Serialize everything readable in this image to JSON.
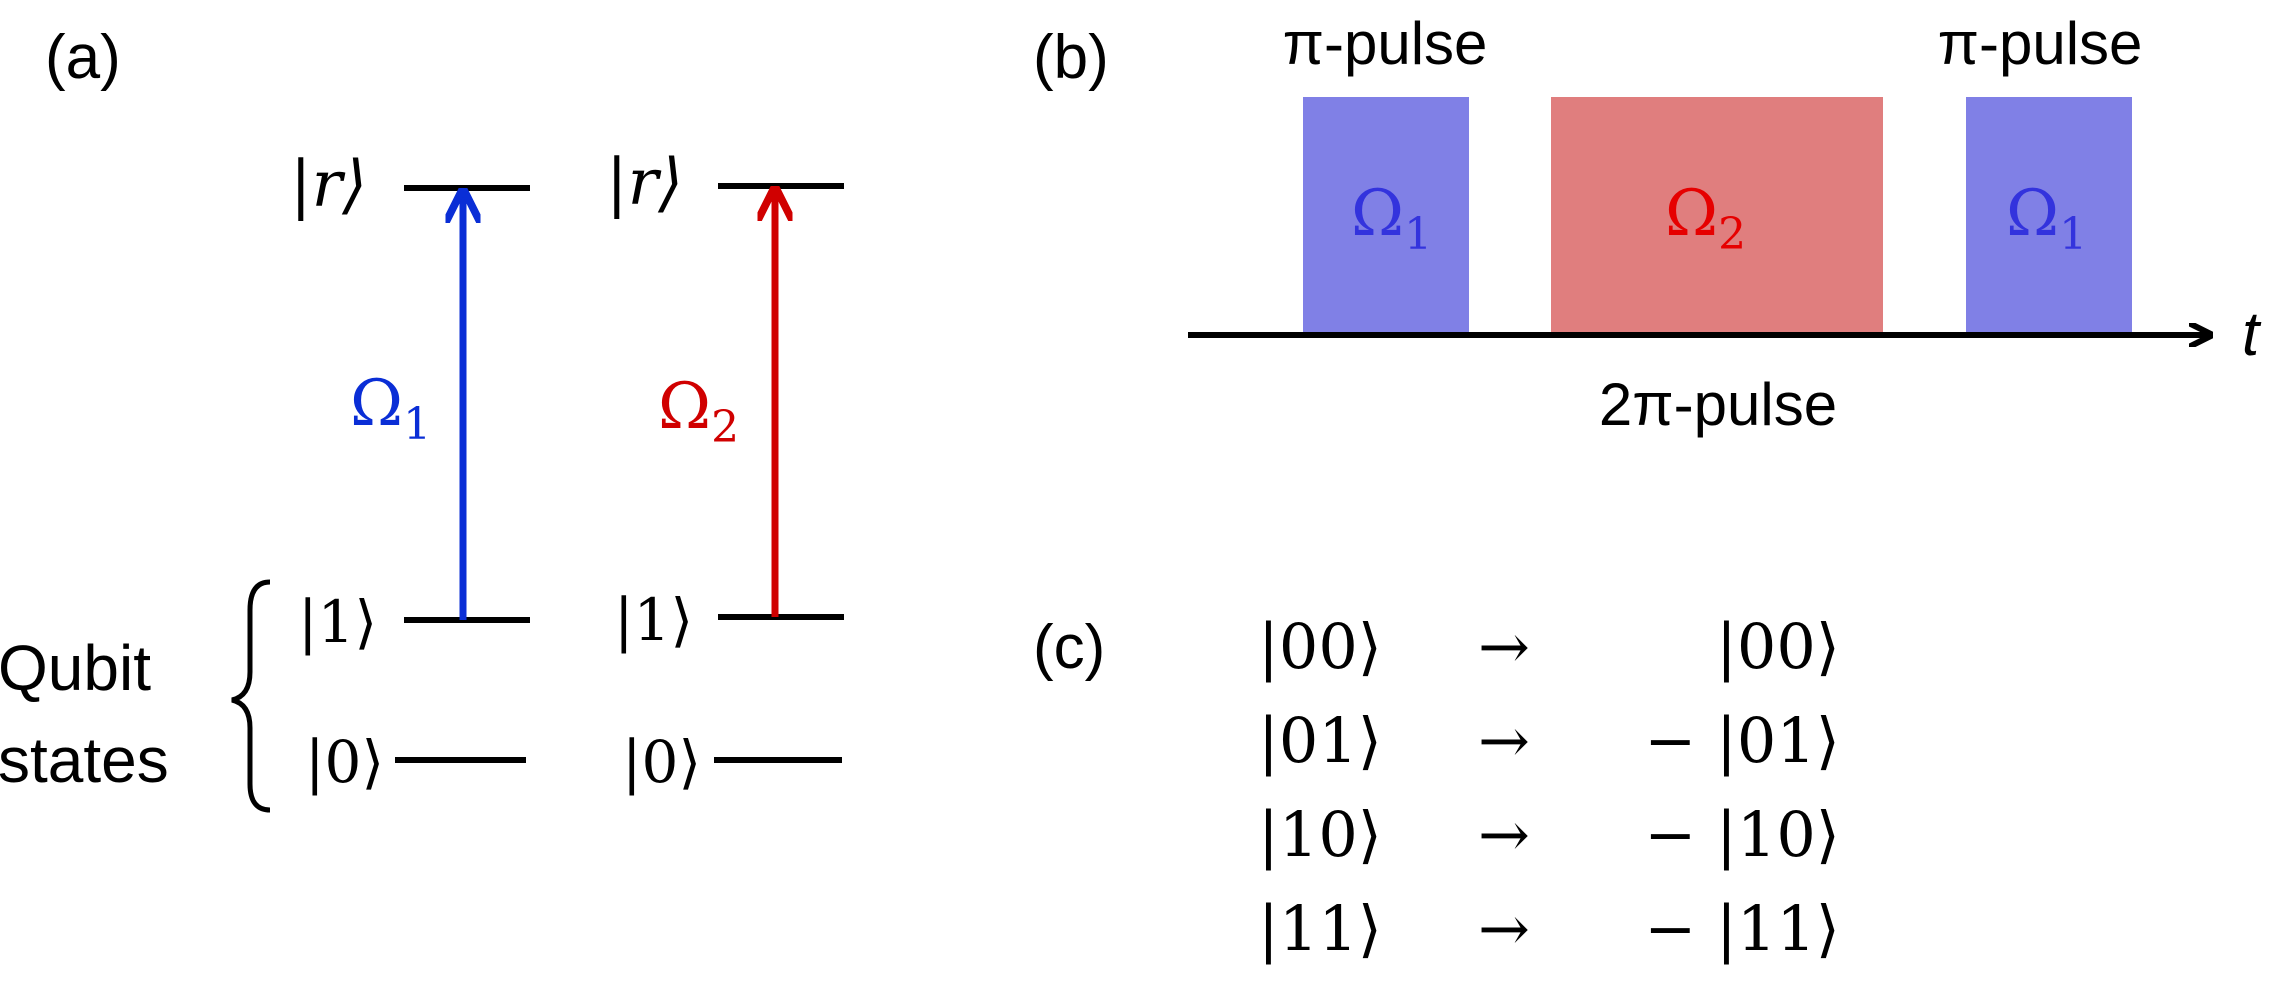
{
  "panel_a": {
    "label": "(a)",
    "atoms": [
      {
        "top_state": "|r⟩",
        "qubit_1": "|1⟩",
        "qubit_0": "|0⟩",
        "rabi_symbol": "Ω",
        "rabi_sub": "1",
        "color": "#0a2ed6"
      },
      {
        "top_state": "|r⟩",
        "qubit_1": "|1⟩",
        "qubit_0": "|0⟩",
        "rabi_symbol": "Ω",
        "rabi_sub": "2",
        "color": "#d00000"
      }
    ],
    "qubit_label_line1": "Qubit",
    "qubit_label_line2": "states"
  },
  "panel_b": {
    "label": "(b)",
    "pulses": [
      {
        "symbol": "Ω",
        "sub": "1",
        "caption": "π-pulse",
        "color": "#3333dd",
        "fill": "#8080e6"
      },
      {
        "symbol": "Ω",
        "sub": "2",
        "caption": "2π-pulse",
        "color": "#e60000",
        "fill": "#e07e7e"
      },
      {
        "symbol": "Ω",
        "sub": "1",
        "caption": "π-pulse",
        "color": "#3333dd",
        "fill": "#8080e6"
      }
    ],
    "axis_label": "t"
  },
  "panel_c": {
    "label": "(c)",
    "arrow": "→",
    "rows": [
      {
        "from": "|00⟩",
        "to": "|00⟩"
      },
      {
        "from": "|01⟩",
        "to": "− |01⟩"
      },
      {
        "from": "|10⟩",
        "to": "− |10⟩"
      },
      {
        "from": "|11⟩",
        "to": "− |11⟩"
      }
    ]
  }
}
